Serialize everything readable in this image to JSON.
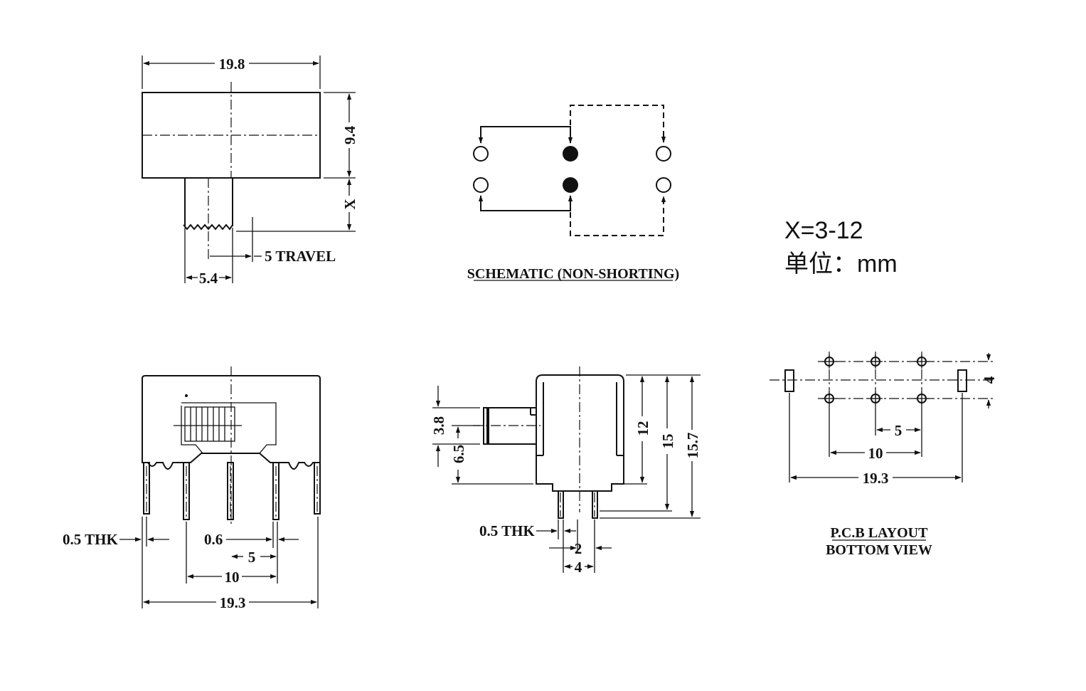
{
  "top_view": {
    "width_dim": "19.8",
    "height_dim": "9.4",
    "actuator_dim": "X",
    "actuator_width_dim": "5.4",
    "travel_label": "5 TRAVEL"
  },
  "schematic": {
    "caption": "SCHEMATIC (NON-SHORTING)"
  },
  "notes": {
    "x_range": "X=3-12",
    "unit": "单位：mm"
  },
  "front_view": {
    "thk_label": "0.5 THK",
    "pin_width_dim": "0.6",
    "pitch_dim": "5",
    "span_dim": "10",
    "overall_dim": "19.3"
  },
  "side_view": {
    "dim_3_8": "3.8",
    "dim_6_5": "6.5",
    "dim_12": "12",
    "dim_15": "15",
    "dim_15_7": "15.7",
    "thk_label": "0.5 THK",
    "dim_2": "2",
    "dim_4": "4"
  },
  "pcb_layout": {
    "row_spacing_dim": "4",
    "pitch_dim": "5",
    "span_dim": "10",
    "overall_dim": "19.3",
    "caption_line1": "P.C.B LAYOUT",
    "caption_line2": "BOTTOM VIEW"
  }
}
